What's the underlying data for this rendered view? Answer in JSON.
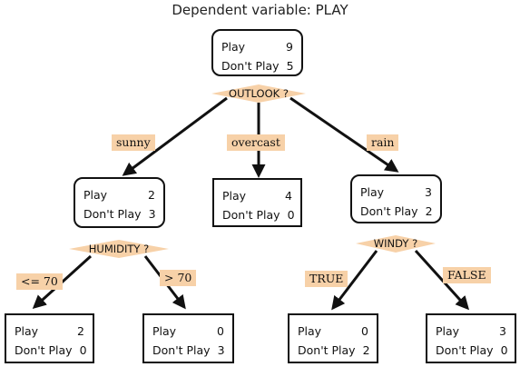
{
  "title": "Dependent variable: PLAY",
  "colors": {
    "label_fill": "#f7d1a8",
    "edge": "#111111",
    "border": "#111111"
  },
  "nodes": {
    "root": {
      "rows": [
        {
          "label": "Play",
          "count": "9"
        },
        {
          "label": "Don't Play",
          "count": "5"
        }
      ],
      "split": "OUTLOOK ?"
    },
    "sunny": {
      "rows": [
        {
          "label": "Play",
          "count": "2"
        },
        {
          "label": "Don't Play",
          "count": "3"
        }
      ],
      "split": "HUMIDITY ?"
    },
    "overcast": {
      "rows": [
        {
          "label": "Play",
          "count": "4"
        },
        {
          "label": "Don't Play",
          "count": "0"
        }
      ]
    },
    "rain": {
      "rows": [
        {
          "label": "Play",
          "count": "3"
        },
        {
          "label": "Don't Play",
          "count": "2"
        }
      ],
      "split": "WINDY ?"
    },
    "hum_le": {
      "rows": [
        {
          "label": "Play",
          "count": "2"
        },
        {
          "label": "Don't Play",
          "count": "0"
        }
      ]
    },
    "hum_gt": {
      "rows": [
        {
          "label": "Play",
          "count": "0"
        },
        {
          "label": "Don't Play",
          "count": "3"
        }
      ]
    },
    "wind_true": {
      "rows": [
        {
          "label": "Play",
          "count": "0"
        },
        {
          "label": "Don't Play",
          "count": "2"
        }
      ]
    },
    "wind_false": {
      "rows": [
        {
          "label": "Play",
          "count": "3"
        },
        {
          "label": "Don't Play",
          "count": "0"
        }
      ]
    }
  },
  "edge_labels": {
    "sunny": "sunny",
    "overcast": "overcast",
    "rain": "rain",
    "hum_le": "<= 70",
    "hum_gt": "> 70",
    "wind_true": "TRUE",
    "wind_false": "FALSE"
  }
}
